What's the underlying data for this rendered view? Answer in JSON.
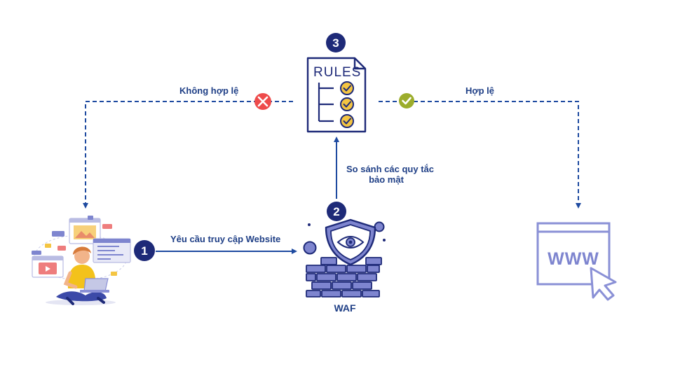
{
  "diagram": {
    "labels": {
      "invalid": "Không hợp lệ",
      "valid": "Hợp lệ",
      "compare_line1": "So sánh các quy tắc",
      "compare_line2": "bảo mật",
      "request": "Yêu cầu truy cập Website",
      "waf": "WAF"
    },
    "rules_doc": {
      "title": "RULES"
    },
    "website": {
      "text": "WWW"
    },
    "steps": [
      "1",
      "2",
      "3"
    ],
    "colors": {
      "navy": "#1e2a78",
      "label_blue": "#1f3f86",
      "arrow_blue": "#1e4aa0",
      "periwinkle": "#6f77c9",
      "light_periwinkle": "#8a90d6",
      "check_yellow": "#f4c542",
      "reject_red": "#ee4b4b",
      "accept_olive": "#9cad2c",
      "brick": "#7e85cf"
    }
  }
}
